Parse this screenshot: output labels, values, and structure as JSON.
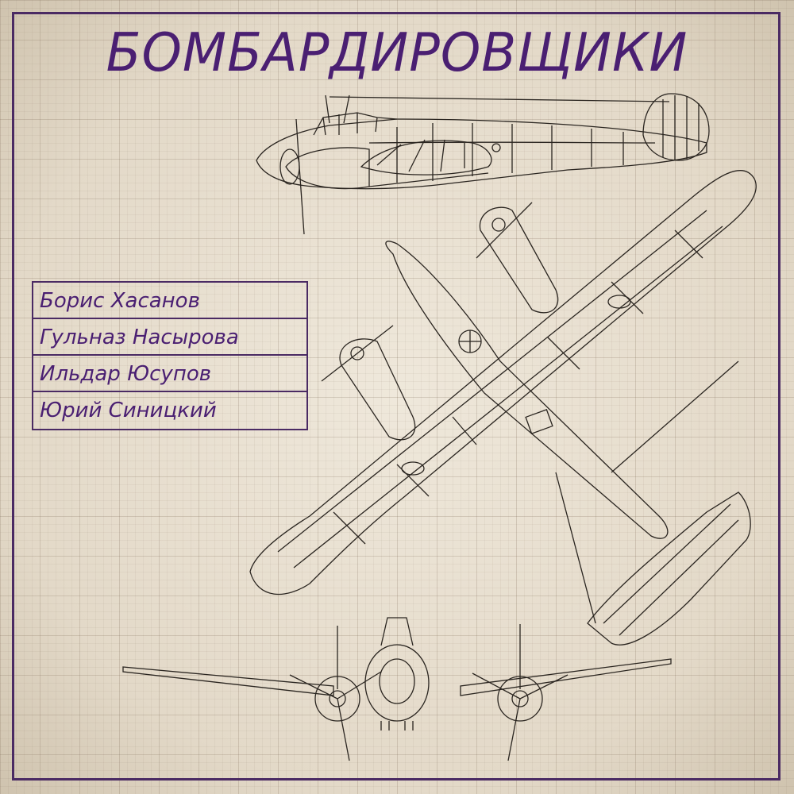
{
  "title": "БОМБАРДИРОВЩИКИ",
  "credits": [
    "Борис Хасанов",
    "Гульназ Насырова",
    "Ильдар Юсупов",
    "Юрий Синицкий"
  ],
  "colors": {
    "paper": "#e8e0d2",
    "ink": "#2a2520",
    "accent": "#4a1f72"
  },
  "icons": [
    "side-view-drawing",
    "top-view-drawing",
    "front-view-drawing"
  ]
}
